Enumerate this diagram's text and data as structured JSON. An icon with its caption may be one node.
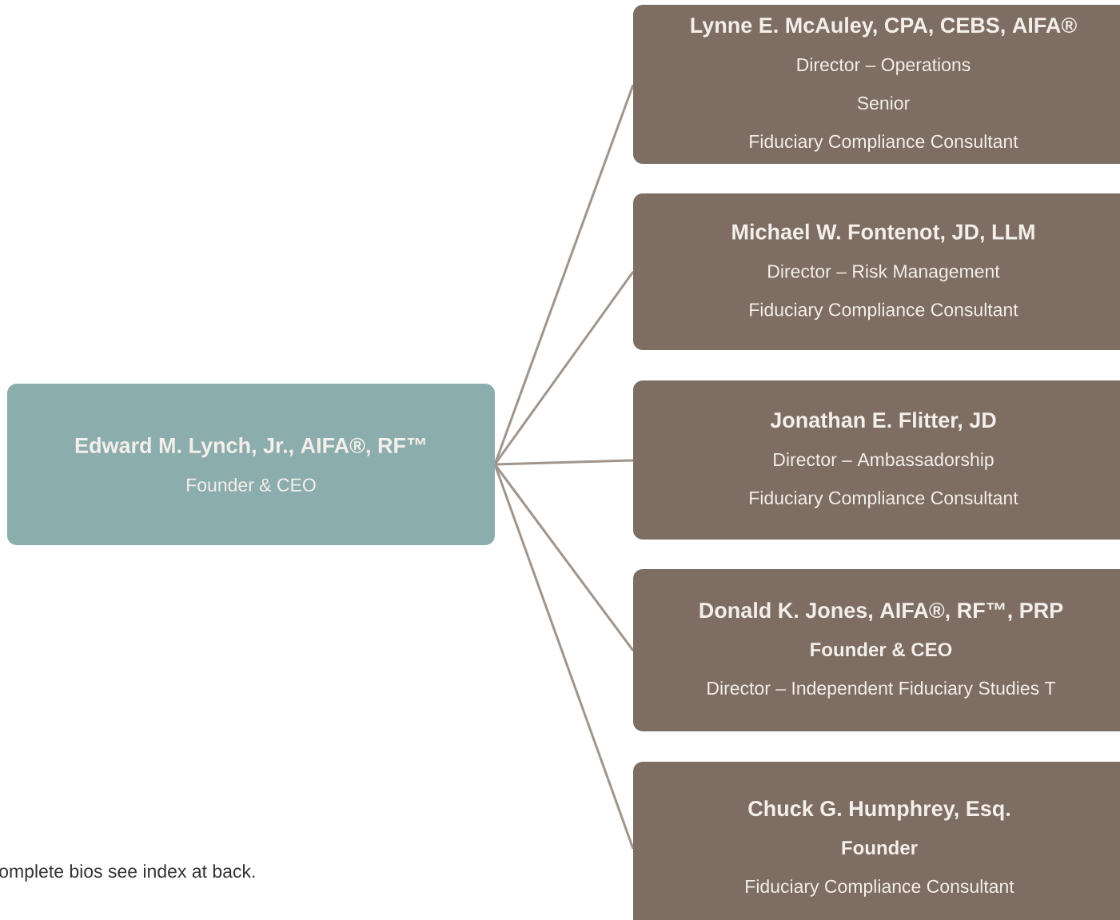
{
  "diagram": {
    "nodes": [
      {
        "text": [
          "Edward M. Lynch, Jr., AIFA®, RF™",
          "Founder & CEO"
        ]
      },
      {
        "text": [
          "Lynne E. McAuley, CPA, CEBS, AIFA®",
          "Director – Operations",
          "Senior",
          "Fiduciary Compliance Consultant"
        ]
      },
      {
        "text": [
          "Michael W. Fontenot, JD, LLM",
          "Director – Risk Management",
          "Fiduciary Compliance Consultant"
        ]
      },
      {
        "text": [
          "Jonathan E. Flitter, JD",
          "Director – Ambassadorship",
          "Fiduciary Compliance Consultant"
        ]
      },
      {
        "text": [
          "Donald K. Jones, AIFA®, RF™, PRP",
          "Founder & CEO",
          "Director – Independent Fiduciary Studies T"
        ]
      },
      {
        "text": [
          "Chuck G. Humphrey, Esq.",
          "Founder",
          "Fiduciary Compliance Consultant"
        ]
      }
    ],
    "edges": [
      {
        "from": 0,
        "to": 1,
        "arrow": "none"
      },
      {
        "from": 0,
        "to": 2,
        "arrow": "none"
      },
      {
        "from": 0,
        "to": 3,
        "arrow": "none"
      },
      {
        "from": 0,
        "to": 4,
        "arrow": "none"
      },
      {
        "from": 0,
        "to": 5,
        "arrow": "none"
      }
    ],
    "labels": [
      "omplete bios see index at back."
    ]
  }
}
